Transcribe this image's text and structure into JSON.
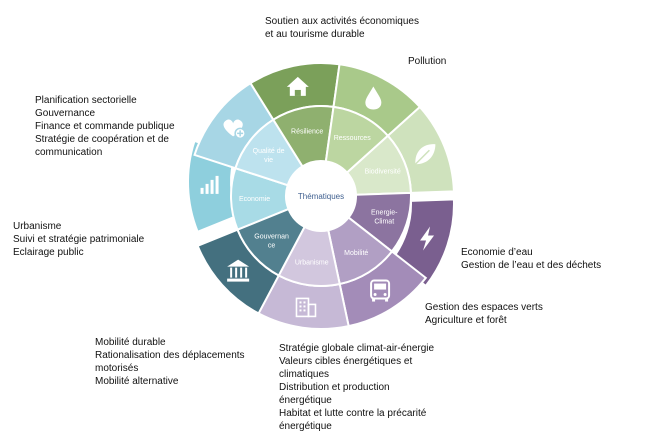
{
  "wheel": {
    "center_label": "Thématiques",
    "segments": [
      {
        "key": "economie",
        "label": "Economie",
        "label_lines": [
          "Economie"
        ],
        "icon": "bar-chart-icon",
        "outer_color": "#8ecfdd",
        "inner_color": "#a8dbe6"
      },
      {
        "key": "qualite",
        "label": "Qualité de vie",
        "label_lines": [
          "Qualité de",
          "vie"
        ],
        "icon": "heart-plus-icon",
        "outer_color": "#a7d6e5",
        "inner_color": "#bde2ee"
      },
      {
        "key": "resilience",
        "label": "Résilience",
        "label_lines": [
          "Résilience"
        ],
        "icon": "house-icon",
        "outer_color": "#7ba05a",
        "inner_color": "#8fb06f"
      },
      {
        "key": "ressources",
        "label": "Ressources",
        "label_lines": [
          "Ressources"
        ],
        "icon": "water-drop-icon",
        "outer_color": "#a9c98a",
        "inner_color": "#bcd6a1"
      },
      {
        "key": "biodiversite",
        "label": "Biodiversité",
        "label_lines": [
          "Biodiversité"
        ],
        "icon": "leaf-icon",
        "outer_color": "#cfe2bd",
        "inner_color": "#d9e8ca"
      },
      {
        "key": "energie",
        "label": "Energie-Climat",
        "label_lines": [
          "Energie-",
          "Climat"
        ],
        "icon": "lightning-icon",
        "outer_color": "#7a5f8f",
        "inner_color": "#8c74a0"
      },
      {
        "key": "mobilite",
        "label": "Mobilité",
        "label_lines": [
          "Mobilité"
        ],
        "icon": "bus-icon",
        "outer_color": "#a38cb8",
        "inner_color": "#b19fc4"
      },
      {
        "key": "urbanisme",
        "label": "Urbanisme",
        "label_lines": [
          "Urbanisme"
        ],
        "icon": "building-icon",
        "outer_color": "#c6b9d6",
        "inner_color": "#d2c7de"
      },
      {
        "key": "gouvernance",
        "label": "Gouvernance",
        "label_lines": [
          "Gouvernan",
          "ce"
        ],
        "icon": "institution-icon",
        "outer_color": "#44707f",
        "inner_color": "#52808f"
      }
    ]
  },
  "annotations": {
    "economie": "Soutien aux activités économiques\net au tourisme durable",
    "pollution": "Pollution",
    "gouvernance": "Planification sectorielle\nGouvernance\nFinance et commande publique\nStratégie de coopération et de\ncommunication",
    "urbanisme": "Urbanisme\nSuivi et stratégie patrimoniale\nEclairage public",
    "eau": "Economie d’eau\nGestion de l’eau et des déchets",
    "espaces_verts": "Gestion des espaces verts\nAgriculture et forêt",
    "mobilite": "Mobilité durable\nRationalisation des déplacements\nmotorisés\nMobilité alternative",
    "energie": "Stratégie globale climat-air-énergie\nValeurs cibles énergétiques et\nclimatiques\nDistribution et production\nénergétique\nHabitat et lutte contre la précarité\nénergétique"
  }
}
